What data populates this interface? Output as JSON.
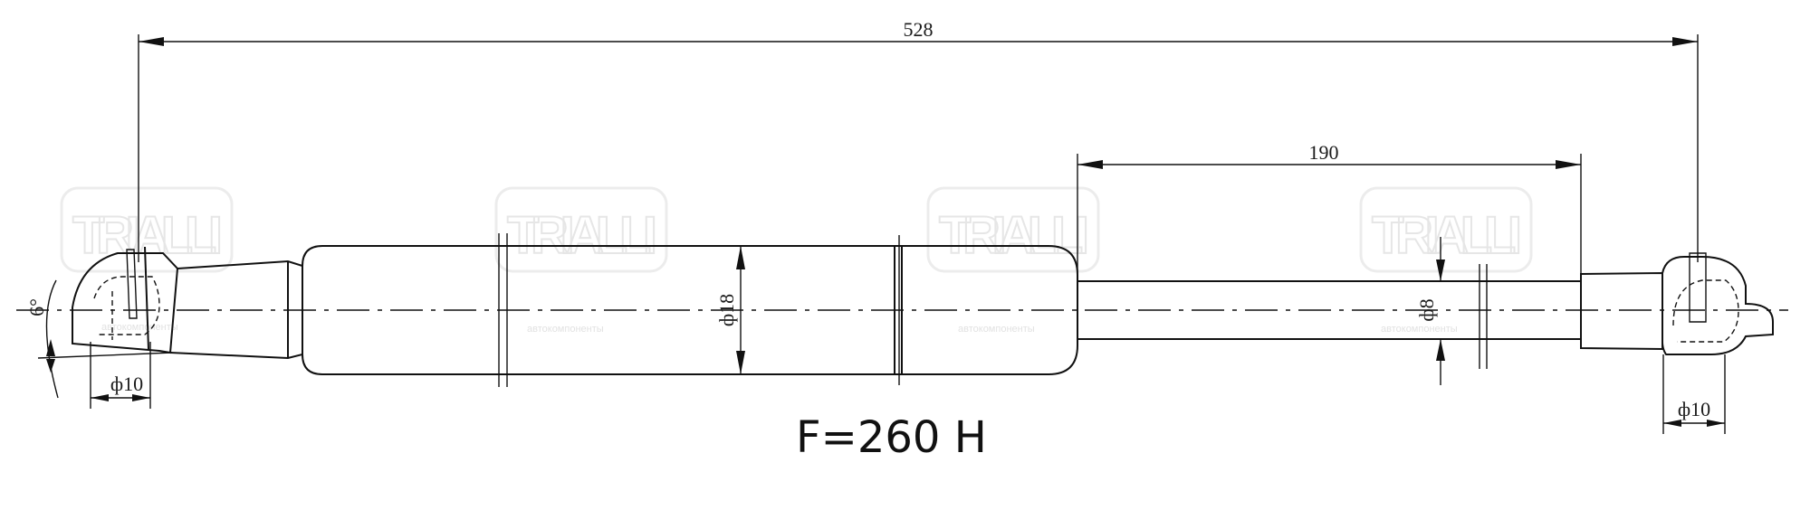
{
  "watermark": {
    "brand": "TRIALLI",
    "subtitle": "автокомпоненты"
  },
  "dimensions": {
    "overall_length": "528",
    "stroke": "190",
    "body_diameter": "ф18",
    "rod_diameter": "ф8",
    "left_socket_diameter": "ф10",
    "right_socket_diameter": "ф10",
    "angle": "6°"
  },
  "force_label": "F=260 H"
}
